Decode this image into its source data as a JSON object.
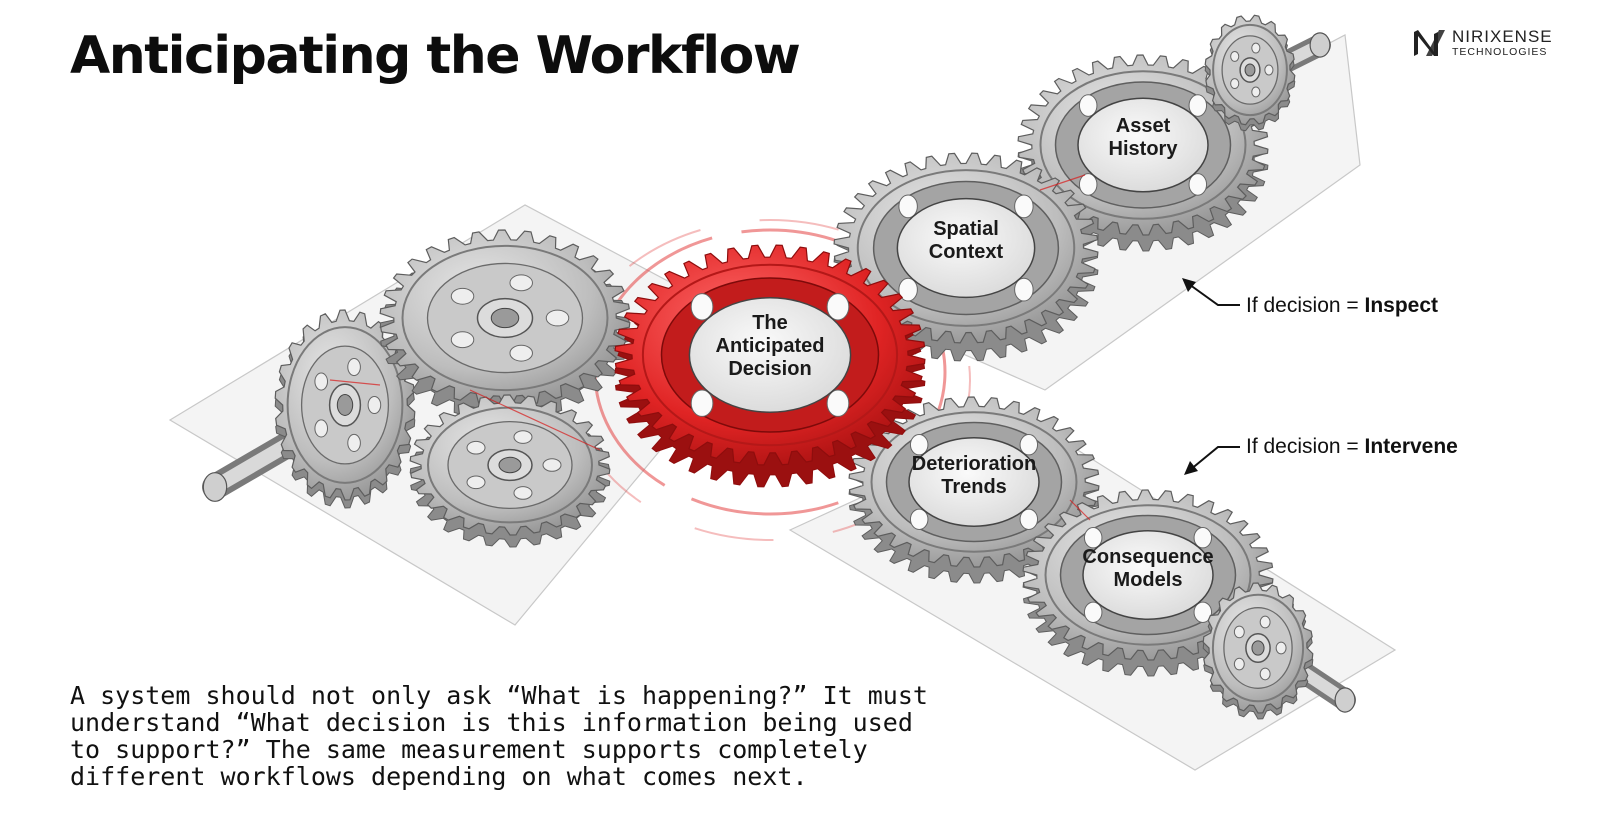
{
  "title": "Anticipating the Workflow",
  "logo": {
    "name": "NIRIXENSE",
    "subtitle": "TECHNOLOGIES"
  },
  "diagram": {
    "center": {
      "line1": "The",
      "line2": "Anticipated",
      "line3": "Decision"
    },
    "inspect_branch": {
      "prefix": "If decision = ",
      "decision": "Inspect",
      "gears": [
        {
          "line1": "Spatial",
          "line2": "Context"
        },
        {
          "line1": "Asset",
          "line2": "History"
        }
      ]
    },
    "intervene_branch": {
      "prefix": "If decision = ",
      "decision": "Intervene",
      "gears": [
        {
          "line1": "Deterioration",
          "line2": "Trends"
        },
        {
          "line1": "Consequence",
          "line2": "Models"
        }
      ]
    }
  },
  "body": {
    "line1": "A system should not only ask “What is happening?” It must",
    "line2": "understand “What decision is this information being used",
    "line3": "to support?” The same measurement supports completely",
    "line4": "different workflows depending on what comes next."
  },
  "colors": {
    "accent": "#d81a1a",
    "gear_metal": "#b9b9b9",
    "gear_dark": "#6f6f6f",
    "blueprint_plane": "#f5f5f5"
  }
}
